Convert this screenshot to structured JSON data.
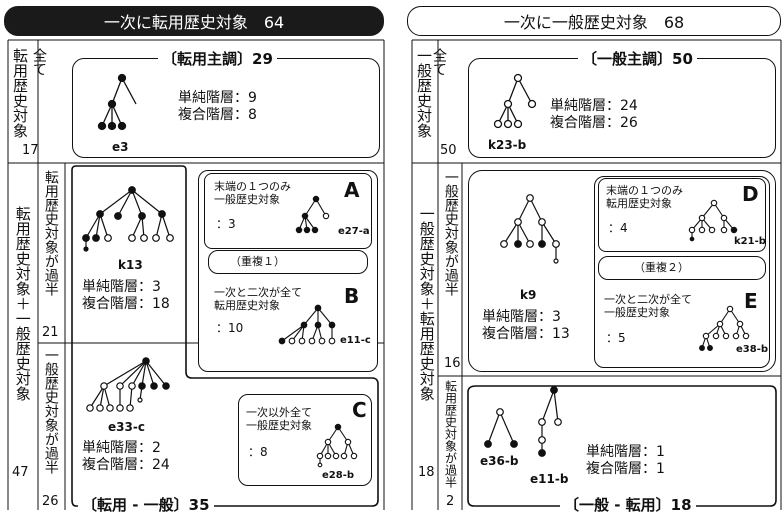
{
  "left": {
    "header": "一次に転用歴史対象　64",
    "col_top": "転用歴史対象",
    "col_top_sub": "全て",
    "col_top_num": "17",
    "col_mid_outer": "転用歴史対象＋一般歴史対象",
    "col_mid_outer_num": "47",
    "col_mid_a": "転用歴史対象が過半",
    "col_mid_a_num": "21",
    "col_mid_b": "一般歴史対象が過半",
    "col_mid_b_num": "26",
    "main_title": "〔転用主調〕29",
    "main_simple": "単純階層：9",
    "main_complex": "複合階層：8",
    "main_code": "e3",
    "k13_code": "k13",
    "k13_simple": "単純階層：3",
    "k13_complex": "複合階層：18",
    "A_line1": "末端の１つのみ",
    "A_line2": "一般歴史対象",
    "A_count": "：3",
    "A_letter": "A",
    "A_code": "e27-a",
    "overlap": "（重複１）",
    "B_line1": "一次と二次が全て",
    "B_line2": "転用歴史対象",
    "B_count": "：10",
    "B_letter": "B",
    "B_code": "e11-c",
    "e33_code": "e33-c",
    "e33_simple": "単純階層：2",
    "e33_complex": "複合階層：24",
    "C_line1": "一次以外全て",
    "C_line2": "一般歴史対象",
    "C_count": "：8",
    "C_letter": "C",
    "C_code": "e28-b",
    "bottom_title": "〔転用 - 一般〕35"
  },
  "right": {
    "header": "一次に一般歴史対象　68",
    "col_top": "一般歴史対象",
    "col_top_sub": "全て",
    "col_top_num": "50",
    "col_mid_outer": "一般歴史対象＋転用歴史対象",
    "col_mid_outer_num": "18",
    "col_mid_a": "一般歴史対象が過半",
    "col_mid_a_num": "16",
    "col_mid_b": "転用歴史対象が過半",
    "col_mid_b_num": "2",
    "main_title": "〔一般主調〕50",
    "main_simple": "単純階層：24",
    "main_complex": "複合階層：26",
    "main_code": "k23-b",
    "k9_code": "k9",
    "k9_simple": "単純階層：3",
    "k9_complex": "複合階層：13",
    "D_line1": "末端の１つのみ",
    "D_line2": "転用歴史対象",
    "D_count": "：4",
    "D_letter": "D",
    "D_code": "k21-b",
    "overlap": "（重複２）",
    "E_line1": "一次と二次が全て",
    "E_line2": "一般歴史対象",
    "E_count": "：5",
    "E_letter": "E",
    "E_code": "e38-b",
    "e36_code": "e36-b",
    "e11_code": "e11-b",
    "bot_simple": "単純階層：1",
    "bot_complex": "複合階層：1",
    "bottom_title": "〔一般 - 転用〕18"
  }
}
